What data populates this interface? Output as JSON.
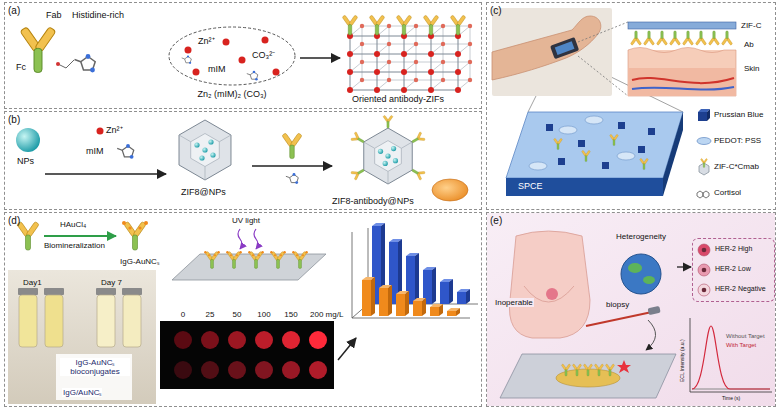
{
  "diagram": {
    "nodes": [
      {
        "text": [
          "(a)"
        ]
      },
      {
        "text": [
          "Zn²⁺",
          "CO₃²⁻",
          "mIM",
          "Zn₂ (mIM)₂ (CO₃)"
        ],
        "in": 0
      },
      {
        "text": [
          "(b)"
        ]
      },
      {
        "text": [
          "(c)"
        ]
      },
      {
        "text": [
          "SPCE"
        ],
        "in": 3
      },
      {
        "text": [
          "(d)"
        ]
      },
      {
        "text": [
          "(e)"
        ]
      },
      {
        "text": [
          "Heterogeneity"
        ],
        "in": 6
      },
      {
        "text": [
          "HER-2 High",
          "HER-2 Low",
          "HER-2 Negative"
        ],
        "in": 6
      }
    ],
    "edges": [
      {
        "from": 7,
        "to": 8,
        "arrow": "to"
      }
    ],
    "labels": [
      "Fab",
      "Histidine-rich",
      "Fc",
      "Oriented antibody-ZIFs",
      "NPs",
      "Zn²⁺",
      "mIM",
      "ZIF8@NPs",
      "ZIF8-antibody@NPs",
      "ZIF-C",
      "Ab",
      "Skin",
      "HAuCl₄",
      "Biomineralization",
      "UV light",
      "IgG-AuNCₛ",
      "Day1",
      "Day 7",
      "IgG-AuNCₛ bioconjugates",
      "IgG/AuNCₛ",
      "0",
      "25",
      "50",
      "100",
      "150",
      "200 mg/L",
      "Inoperable",
      "biopsy",
      "Without Target",
      "With Target",
      "ECL Intensity (a.u.)",
      "Time (s)"
    ],
    "legend": [
      {
        "text": "Prussian Blue"
      },
      {
        "text": "PEDOT: PSS"
      },
      {
        "text": "ZIF-C*Cmab"
      },
      {
        "text": "Cortisol"
      }
    ]
  }
}
